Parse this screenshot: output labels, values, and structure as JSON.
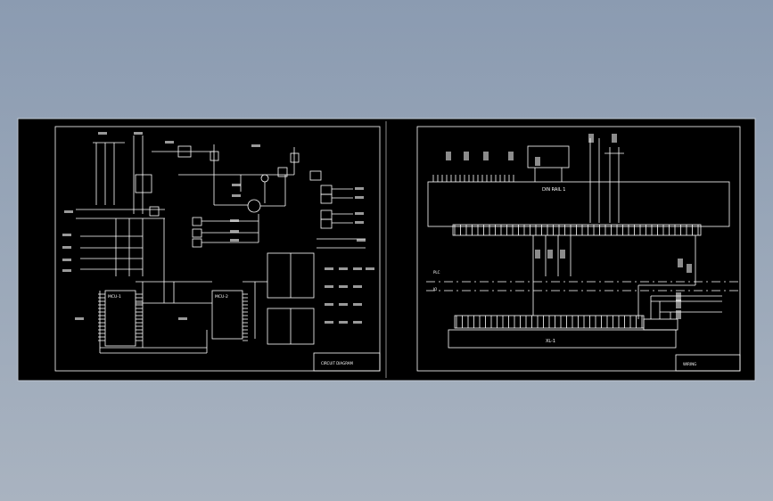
{
  "colors": {
    "viewport_top": "#8b9bb1",
    "viewport_bottom": "#a9b3c0",
    "sheet": "#000000",
    "line": "#ffffff"
  },
  "left_sheet": {
    "module_label_1": "MCU-1",
    "module_label_2": "MCU-2",
    "title_block_text": "CIRCUIT DIAGRAM"
  },
  "right_sheet": {
    "top_strip_label": "DIN RAIL 1",
    "bottom_strip_label": "XL-1",
    "row_label_1": "PLC",
    "row_label_2": "IO",
    "title_block_text": "WIRING"
  }
}
